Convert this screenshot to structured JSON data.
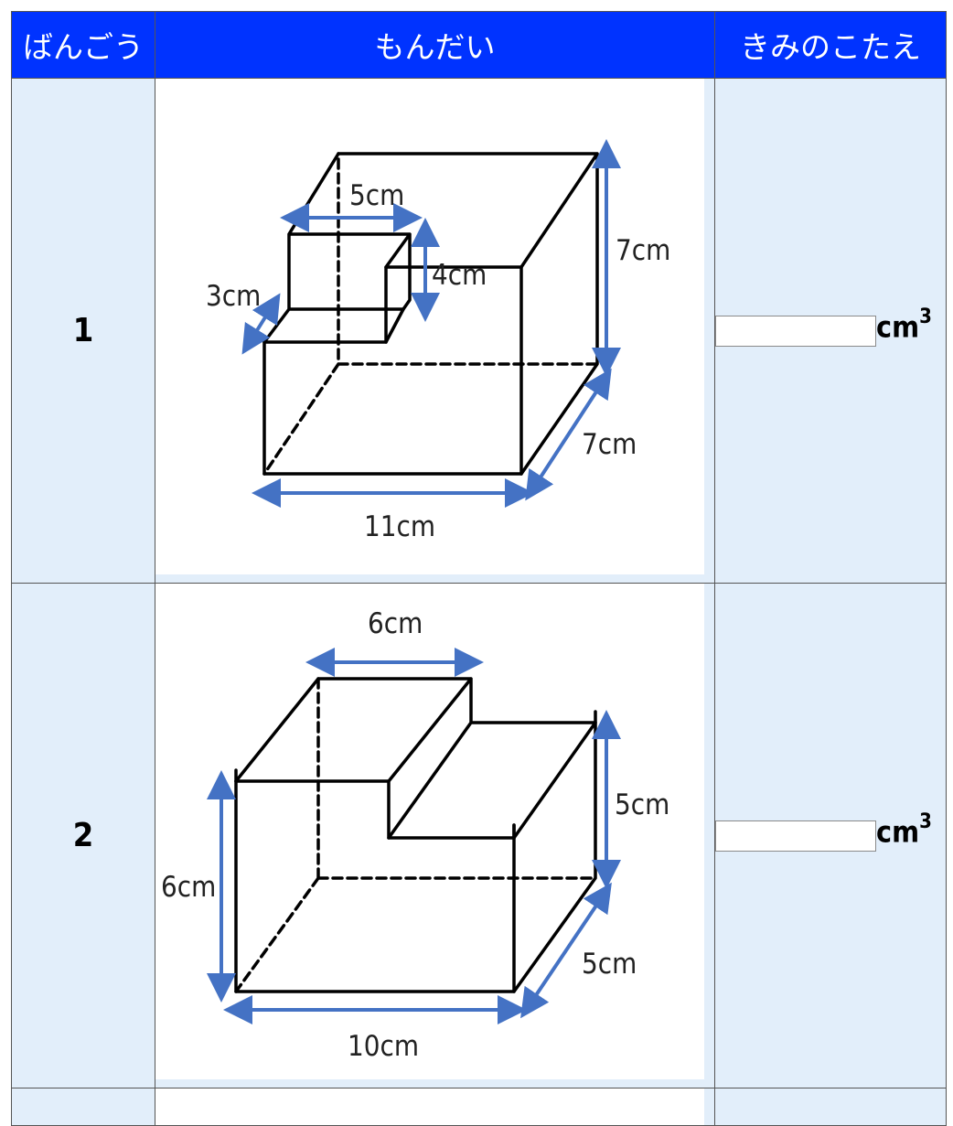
{
  "table": {
    "headers": {
      "number": "ばんごう",
      "problem": "もんだい",
      "answer": "きみのこたえ"
    }
  },
  "problems": [
    {
      "number": "1",
      "labels": {
        "top_width": "5cm",
        "depth_small": "3cm",
        "height_small": "4cm",
        "height": "7cm",
        "depth": "7cm",
        "width": "11cm"
      },
      "answer_value": "",
      "unit": "cm",
      "unit_exp": "3"
    },
    {
      "number": "2",
      "labels": {
        "top_width": "6cm",
        "height": "6cm",
        "height_right": "5cm",
        "depth": "5cm",
        "width": "10cm"
      },
      "answer_value": "",
      "unit": "cm",
      "unit_exp": "3"
    }
  ],
  "colors": {
    "header_bg": "#0033ff",
    "cell_bg": "#e2eefa",
    "arrow": "#4472c4"
  }
}
